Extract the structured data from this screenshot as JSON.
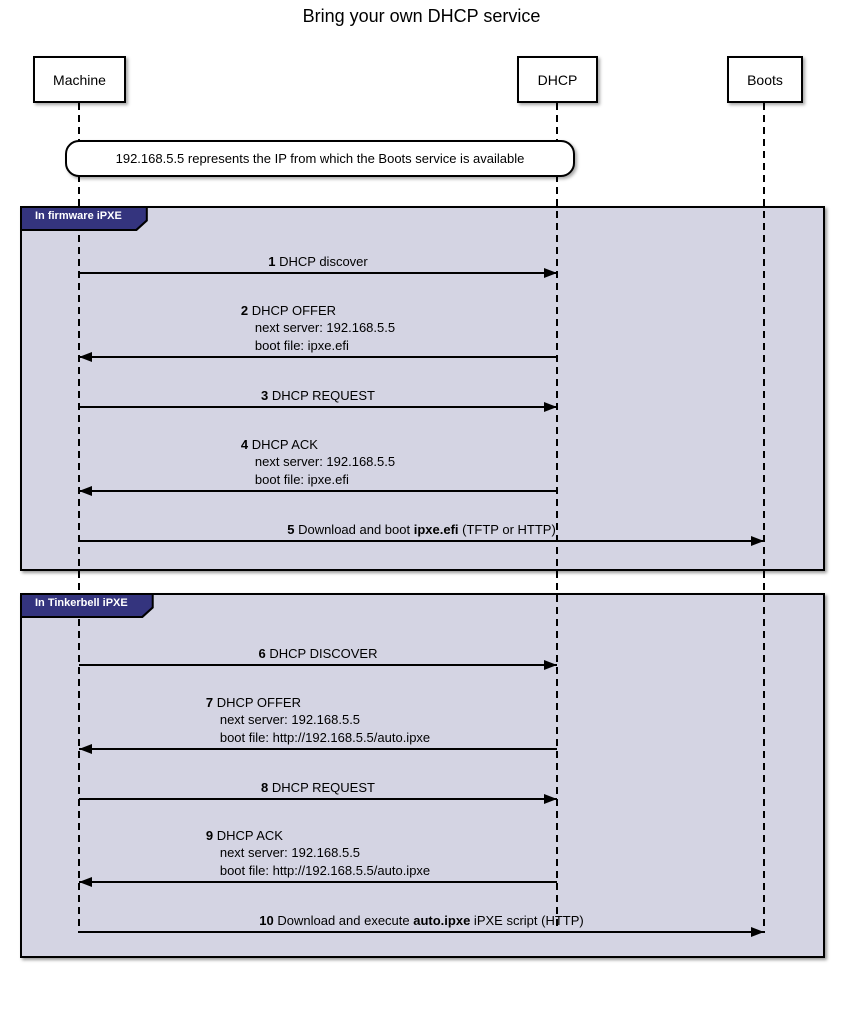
{
  "title": "Bring your own DHCP service",
  "participants": [
    {
      "name": "Machine"
    },
    {
      "name": "DHCP"
    },
    {
      "name": "Boots"
    }
  ],
  "note": "192.168.5.5 represents the IP from which the Boots service is available",
  "colors": {
    "group_fill": "#d4d4e3",
    "group_label_fill": "#34347e",
    "group_label_text": "#ffffff",
    "participant_fill": "#ffffff",
    "line": "#000000",
    "background": "#ffffff"
  },
  "groups": [
    {
      "label": "In firmware iPXE",
      "messages": [
        {
          "num": "1",
          "from": "Machine",
          "to": "DHCP",
          "line": [
            {
              "text": "DHCP discover",
              "bold": false
            }
          ],
          "details": []
        },
        {
          "num": "2",
          "from": "DHCP",
          "to": "Machine",
          "line": [
            {
              "text": "DHCP OFFER",
              "bold": false
            }
          ],
          "details": [
            "next server: 192.168.5.5",
            "boot file: ipxe.efi"
          ]
        },
        {
          "num": "3",
          "from": "Machine",
          "to": "DHCP",
          "line": [
            {
              "text": "DHCP REQUEST",
              "bold": false
            }
          ],
          "details": []
        },
        {
          "num": "4",
          "from": "DHCP",
          "to": "Machine",
          "line": [
            {
              "text": "DHCP ACK",
              "bold": false
            }
          ],
          "details": [
            "next server: 192.168.5.5",
            "boot file: ipxe.efi"
          ]
        },
        {
          "num": "5",
          "from": "Machine",
          "to": "Boots",
          "line": [
            {
              "text": "Download and boot ",
              "bold": false
            },
            {
              "text": "ipxe.efi",
              "bold": true
            },
            {
              "text": " (TFTP or HTTP)",
              "bold": false
            }
          ],
          "details": []
        }
      ]
    },
    {
      "label": "In Tinkerbell iPXE",
      "messages": [
        {
          "num": "6",
          "from": "Machine",
          "to": "DHCP",
          "line": [
            {
              "text": "DHCP DISCOVER",
              "bold": false
            }
          ],
          "details": []
        },
        {
          "num": "7",
          "from": "DHCP",
          "to": "Machine",
          "line": [
            {
              "text": "DHCP OFFER",
              "bold": false
            }
          ],
          "details": [
            "next server: 192.168.5.5",
            "boot file: http://192.168.5.5/auto.ipxe"
          ]
        },
        {
          "num": "8",
          "from": "Machine",
          "to": "DHCP",
          "line": [
            {
              "text": "DHCP REQUEST",
              "bold": false
            }
          ],
          "details": []
        },
        {
          "num": "9",
          "from": "DHCP",
          "to": "Machine",
          "line": [
            {
              "text": "DHCP ACK",
              "bold": false
            }
          ],
          "details": [
            "next server: 192.168.5.5",
            "boot file: http://192.168.5.5/auto.ipxe"
          ]
        },
        {
          "num": "10",
          "from": "Machine",
          "to": "Boots",
          "line": [
            {
              "text": "Download and execute ",
              "bold": false
            },
            {
              "text": "auto.ipxe",
              "bold": true
            },
            {
              "text": " iPXE script (HTTP)",
              "bold": false
            }
          ],
          "details": []
        }
      ]
    }
  ]
}
